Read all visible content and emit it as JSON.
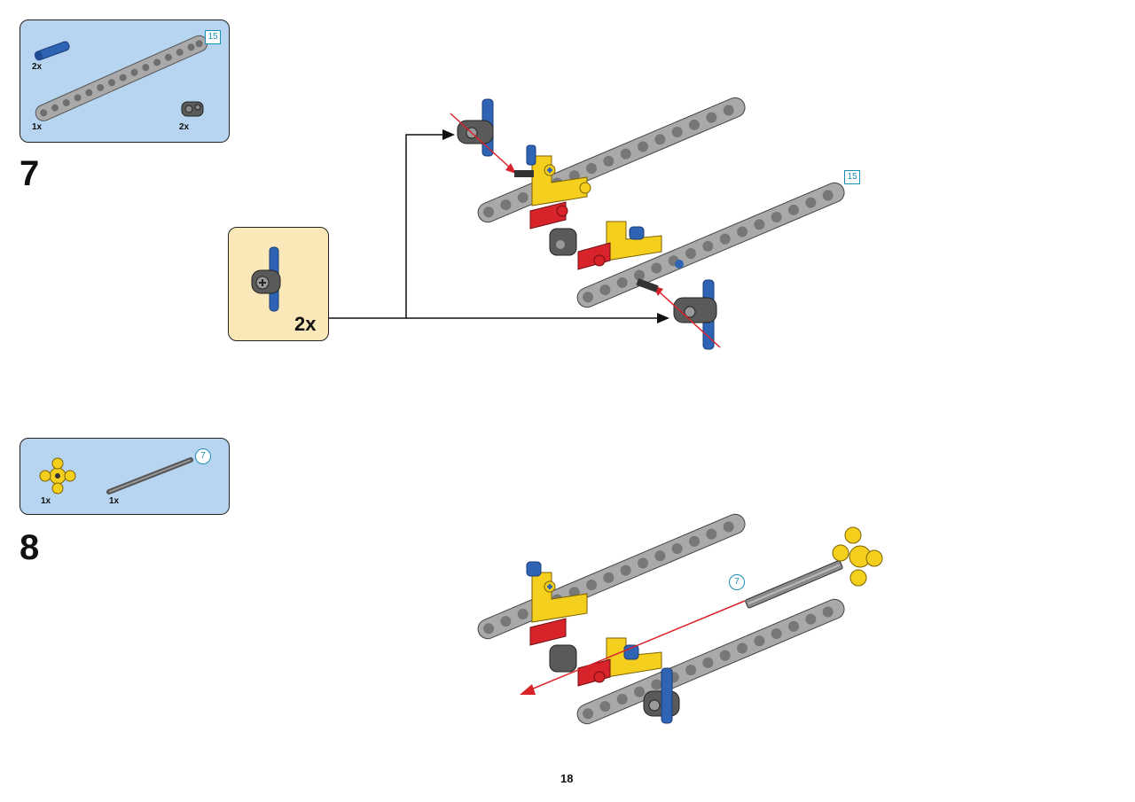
{
  "step7": {
    "number": "7",
    "parts": {
      "beam_length_badge": "15",
      "pin_qty": "2x",
      "beam_qty": "1x",
      "connector_qty": "2x"
    },
    "callout_qty": "2x",
    "model_length_badge": "15"
  },
  "step8": {
    "number": "8",
    "parts": {
      "axle_length_badge": "7",
      "hub_qty": "1x",
      "axle_qty": "1x"
    },
    "model_axle_badge": "7"
  },
  "page": {
    "number": "18"
  },
  "colors": {
    "parts_box": "#b7d5f0",
    "callout_box": "#fbe8b8",
    "beam_gray": "#8e8e8e",
    "technic_blue": "#2f63b3",
    "technic_yellow": "#f5cf1e",
    "technic_red": "#d9232a",
    "dark_gray": "#5a5a5a",
    "arrow_red": "#d9232a"
  }
}
